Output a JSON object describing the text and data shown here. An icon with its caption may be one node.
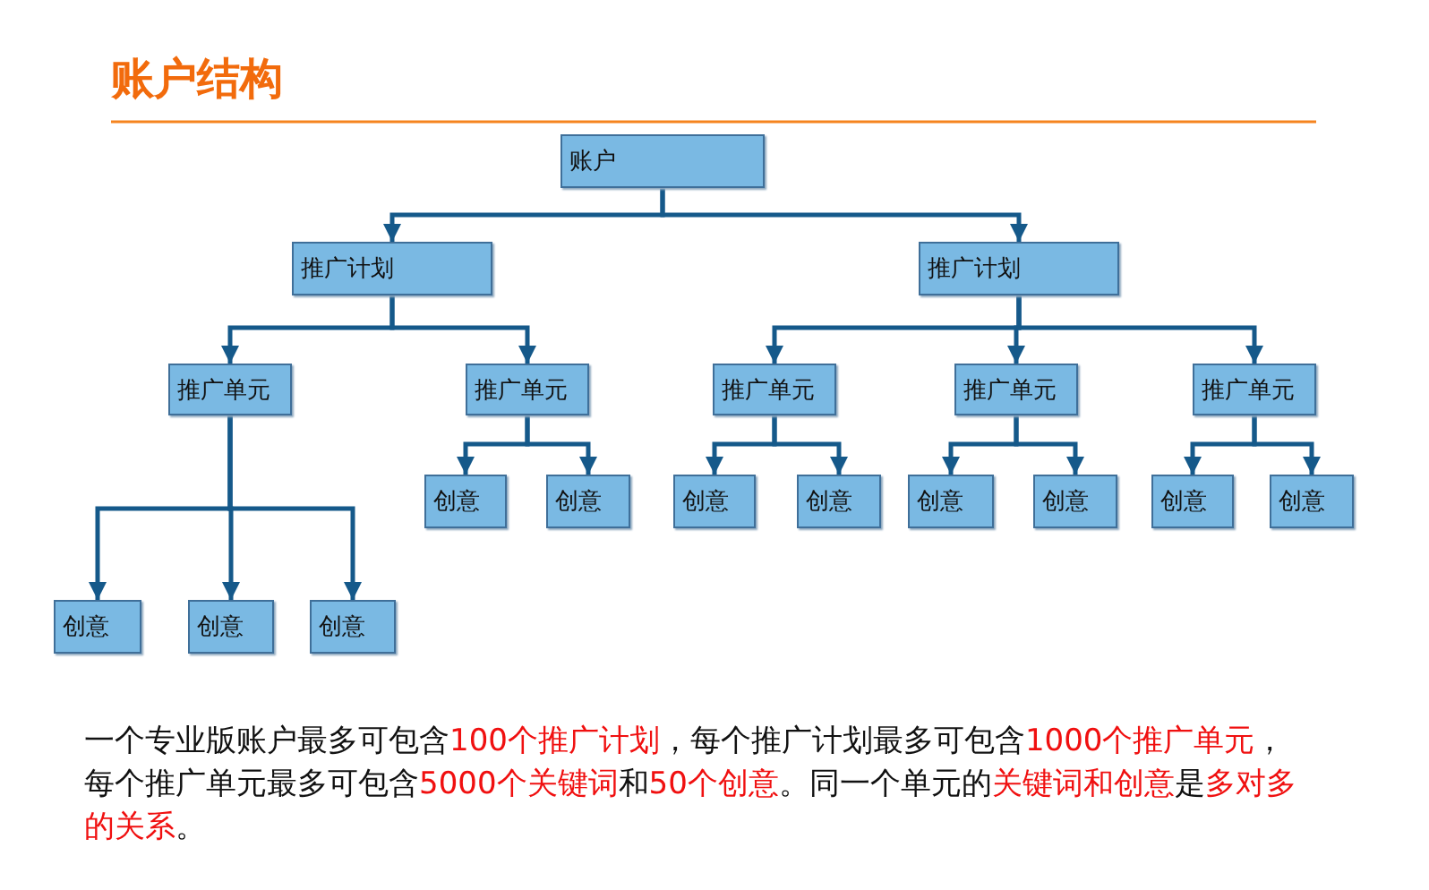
{
  "diagram": {
    "title": "账户结构",
    "nodes": [
      {
        "text": [
          "账户"
        ]
      },
      {
        "text": [
          "推广计划"
        ]
      },
      {
        "text": [
          "推广计划"
        ]
      },
      {
        "text": [
          "推广单元"
        ]
      },
      {
        "text": [
          "推广单元"
        ]
      },
      {
        "text": [
          "推广单元"
        ]
      },
      {
        "text": [
          "推广单元"
        ]
      },
      {
        "text": [
          "推广单元"
        ]
      },
      {
        "text": [
          "创意"
        ]
      },
      {
        "text": [
          "创意"
        ]
      },
      {
        "text": [
          "创意"
        ]
      },
      {
        "text": [
          "创意"
        ]
      },
      {
        "text": [
          "创意"
        ]
      },
      {
        "text": [
          "创意"
        ]
      },
      {
        "text": [
          "创意"
        ]
      },
      {
        "text": [
          "创意"
        ]
      },
      {
        "text": [
          "创意"
        ]
      },
      {
        "text": [
          "创意"
        ]
      },
      {
        "text": [
          "创意"
        ]
      }
    ],
    "edges": [
      {
        "from": 0,
        "to": 1,
        "arrow": "to"
      },
      {
        "from": 0,
        "to": 2,
        "arrow": "to"
      },
      {
        "from": 1,
        "to": 3,
        "arrow": "to"
      },
      {
        "from": 1,
        "to": 4,
        "arrow": "to"
      },
      {
        "from": 2,
        "to": 5,
        "arrow": "to"
      },
      {
        "from": 2,
        "to": 6,
        "arrow": "to"
      },
      {
        "from": 2,
        "to": 7,
        "arrow": "to"
      },
      {
        "from": 4,
        "to": 8,
        "arrow": "to"
      },
      {
        "from": 4,
        "to": 9,
        "arrow": "to"
      },
      {
        "from": 5,
        "to": 10,
        "arrow": "to"
      },
      {
        "from": 5,
        "to": 11,
        "arrow": "to"
      },
      {
        "from": 6,
        "to": 12,
        "arrow": "to"
      },
      {
        "from": 6,
        "to": 13,
        "arrow": "to"
      },
      {
        "from": 7,
        "to": 14,
        "arrow": "to"
      },
      {
        "from": 7,
        "to": 15,
        "arrow": "to"
      },
      {
        "from": 3,
        "to": 16,
        "arrow": "to"
      },
      {
        "from": 3,
        "to": 17,
        "arrow": "to"
      },
      {
        "from": 3,
        "to": 18,
        "arrow": "to"
      }
    ],
    "labels": [
      "一个专业版账户最多可包含**100个推广计划**，每个推广计划最多可包含**1000个推广单元**，每个推广单元最多可包含**5000个关键词**和**50个创意**。同一个单元的**关键词和创意**是**多对多的关系**。"
    ]
  }
}
